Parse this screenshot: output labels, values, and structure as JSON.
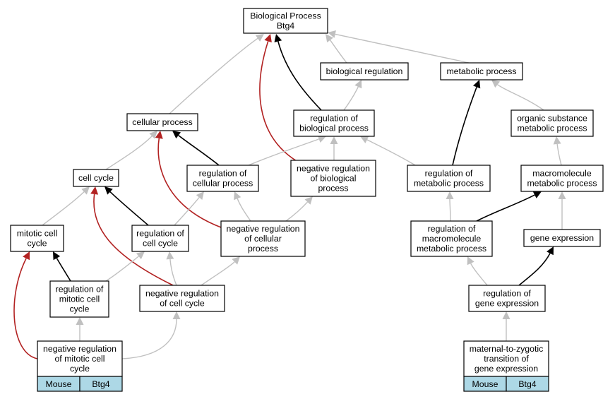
{
  "nodes": {
    "bp": [
      "Biological Process",
      "Btg4"
    ],
    "bioreg": [
      "biological regulation"
    ],
    "metab": [
      "metabolic process"
    ],
    "cellproc": [
      "cellular process"
    ],
    "regbio": [
      "regulation of",
      "biological process"
    ],
    "orgsub": [
      "organic substance",
      "metabolic process"
    ],
    "cellcycle": [
      "cell cycle"
    ],
    "regcell": [
      "regulation of",
      "cellular process"
    ],
    "negregbio": [
      "negative regulation",
      "of biological",
      "process"
    ],
    "regmetab": [
      "regulation of",
      "metabolic process"
    ],
    "macromet": [
      "macromolecule",
      "metabolic process"
    ],
    "mitotic": [
      "mitotic cell",
      "cycle"
    ],
    "regcc": [
      "regulation of",
      "cell cycle"
    ],
    "negregcell": [
      "negative regulation",
      "of cellular",
      "process"
    ],
    "regmacro": [
      "regulation of",
      "macromolecule",
      "metabolic process"
    ],
    "geneexp": [
      "gene expression"
    ],
    "regmitotic": [
      "regulation of",
      "mitotic cell",
      "cycle"
    ],
    "negregcc": [
      "negative regulation",
      "of cell cycle"
    ],
    "reggene": [
      "regulation of",
      "gene expression"
    ],
    "negregmitotic": [
      "negative regulation",
      "of mitotic cell",
      "cycle"
    ],
    "mzt": [
      "maternal-to-zygotic",
      "transition of",
      "gene expression"
    ]
  },
  "badges": {
    "negregmitotic": [
      "Mouse",
      "Btg4"
    ],
    "mzt": [
      "Mouse",
      "Btg4"
    ]
  },
  "edge_colors": {
    "is_a": "#c0c0c0",
    "regulates": "#000000",
    "negatively_regulates": "#b22222",
    "badge_fill": "#add8e6"
  },
  "edges": [
    {
      "from": "bioreg",
      "to": "bp",
      "type": "is_a"
    },
    {
      "from": "metab",
      "to": "bp",
      "type": "is_a"
    },
    {
      "from": "cellproc",
      "to": "bp",
      "type": "is_a"
    },
    {
      "from": "regbio",
      "to": "bp",
      "type": "regulates"
    },
    {
      "from": "negregbio",
      "to": "bp",
      "type": "negatively_regulates"
    },
    {
      "from": "regbio",
      "to": "bioreg",
      "type": "is_a"
    },
    {
      "from": "orgsub",
      "to": "metab",
      "type": "is_a"
    },
    {
      "from": "regmetab",
      "to": "metab",
      "type": "regulates"
    },
    {
      "from": "cellcycle",
      "to": "cellproc",
      "type": "is_a"
    },
    {
      "from": "regcell",
      "to": "cellproc",
      "type": "regulates"
    },
    {
      "from": "negregcell",
      "to": "cellproc",
      "type": "negatively_regulates"
    },
    {
      "from": "regcell",
      "to": "regbio",
      "type": "is_a"
    },
    {
      "from": "negregbio",
      "to": "regbio",
      "type": "is_a"
    },
    {
      "from": "regmetab",
      "to": "regbio",
      "type": "is_a"
    },
    {
      "from": "macromet",
      "to": "orgsub",
      "type": "is_a"
    },
    {
      "from": "mitotic",
      "to": "cellcycle",
      "type": "is_a"
    },
    {
      "from": "regcc",
      "to": "cellcycle",
      "type": "regulates"
    },
    {
      "from": "negregcc",
      "to": "cellcycle",
      "type": "negatively_regulates"
    },
    {
      "from": "regcc",
      "to": "regcell",
      "type": "is_a"
    },
    {
      "from": "negregcell",
      "to": "regcell",
      "type": "is_a"
    },
    {
      "from": "negregcell",
      "to": "negregbio",
      "type": "is_a"
    },
    {
      "from": "regmacro",
      "to": "regmetab",
      "type": "is_a"
    },
    {
      "from": "geneexp",
      "to": "macromet",
      "type": "is_a"
    },
    {
      "from": "regmacro",
      "to": "macromet",
      "type": "regulates"
    },
    {
      "from": "regmitotic",
      "to": "mitotic",
      "type": "regulates"
    },
    {
      "from": "negregmitotic",
      "to": "mitotic",
      "type": "negatively_regulates"
    },
    {
      "from": "regmitotic",
      "to": "regcc",
      "type": "is_a"
    },
    {
      "from": "negregcc",
      "to": "regcc",
      "type": "is_a"
    },
    {
      "from": "negregcc",
      "to": "negregcell",
      "type": "is_a"
    },
    {
      "from": "reggene",
      "to": "regmacro",
      "type": "is_a"
    },
    {
      "from": "reggene",
      "to": "geneexp",
      "type": "regulates"
    },
    {
      "from": "negregmitotic",
      "to": "regmitotic",
      "type": "is_a"
    },
    {
      "from": "negregmitotic",
      "to": "negregcc",
      "type": "is_a"
    },
    {
      "from": "mzt",
      "to": "reggene",
      "type": "is_a"
    }
  ]
}
